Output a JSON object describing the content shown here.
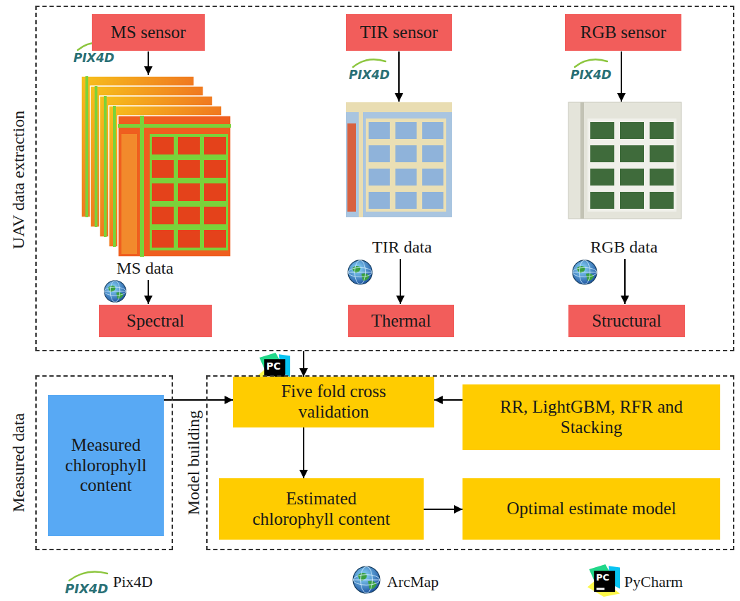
{
  "diagram": {
    "nodes": [
      {
        "text": [
          "UAV data extraction"
        ]
      },
      {
        "text": [
          "MS sensor"
        ],
        "in": 0
      },
      {
        "text": [
          "TIR sensor"
        ],
        "in": 0
      },
      {
        "text": [
          "RGB sensor"
        ],
        "in": 0
      },
      {
        "text": [
          "Spectral"
        ],
        "in": 0
      },
      {
        "text": [
          "Thermal"
        ],
        "in": 0
      },
      {
        "text": [
          "Structural"
        ],
        "in": 0
      },
      {
        "text": [
          "Measured data"
        ]
      },
      {
        "text": [
          "Measured chlorophyll content"
        ],
        "in": 7
      },
      {
        "text": [
          "Model building"
        ]
      },
      {
        "text": [
          "Five fold cross validation"
        ],
        "in": 9
      },
      {
        "text": [
          "RR, LightGBM, RFR and Stacking"
        ],
        "in": 9
      },
      {
        "text": [
          "Estimated chlorophyll content"
        ],
        "in": 9
      },
      {
        "text": [
          "Optimal estimate model"
        ],
        "in": 9
      }
    ],
    "edges": [
      {
        "from": 0,
        "to": 10,
        "arrow": "to"
      },
      {
        "from": 8,
        "to": 10,
        "arrow": "to"
      },
      {
        "from": 11,
        "to": 10,
        "arrow": "to"
      },
      {
        "from": 10,
        "to": 12,
        "arrow": "to"
      },
      {
        "from": 12,
        "to": 13,
        "arrow": "to"
      }
    ],
    "labels": [
      "PIX4D",
      "PIX4D",
      "PIX4D",
      "MS data",
      "TIR data",
      "RGB data",
      "PC",
      "PIX4D",
      "PC"
    ],
    "legend": [
      {
        "text": "Pix4D"
      },
      {
        "text": "ArcMap"
      },
      {
        "text": "PyCharm"
      }
    ]
  }
}
